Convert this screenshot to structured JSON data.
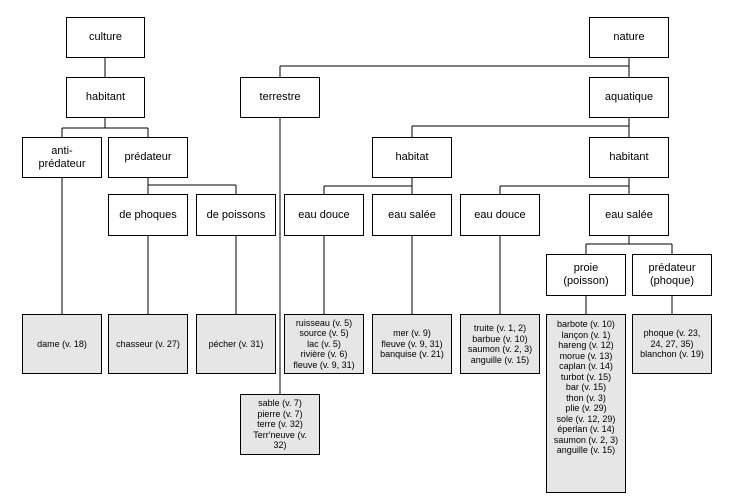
{
  "nodes": {
    "culture": "culture",
    "nature": "nature",
    "habitant_culture": "habitant",
    "terrestre": "terrestre",
    "aquatique": "aquatique",
    "anti_predateur": "anti-\nprédateur",
    "predateur": "prédateur",
    "habitat": "habitat",
    "habitant_aquatique": "habitant",
    "de_phoques": "de phoques",
    "de_poissons": "de poissons",
    "eau_douce_habitat": "eau douce",
    "eau_salee_habitat": "eau salée",
    "eau_douce_habitant": "eau douce",
    "eau_salee_habitant": "eau salée",
    "proie": "proie\n(poisson)",
    "predateur_phoque": "prédateur\n(phoque)"
  },
  "leaves": {
    "dame": "dame (v. 18)",
    "chasseur": "chasseur (v. 27)",
    "pecher": "pécher (v. 31)",
    "terrestre_list": "sable (v. 7)\npierre (v. 7)\nterre (v. 32)\nTerr'neuve (v.\n32)",
    "eau_douce_habitat_list": "ruisseau (v. 5)\nsource (v. 5)\nlac (v. 5)\nrivière (v. 6)\nfleuve (v. 9, 31)",
    "eau_salee_habitat_list": "mer (v. 9)\nfleuve (v. 9, 31)\nbanquise (v. 21)",
    "eau_douce_habitant_list": "truite (v. 1, 2)\nbarbue (v. 10)\nsaumon (v. 2, 3)\nanguille (v. 15)",
    "proie_list": "barbote (v. 10)\nlançon (v. 1)\nhareng (v. 12)\nmorue (v. 13)\ncaplan (v. 14)\nturbot (v. 15)\nbar (v. 15)\nthon (v. 3)\nplie (v. 29)\nsole (v. 12, 29)\néperlan (v. 14)\nsaumon (v. 2, 3)\nanguille (v. 15)",
    "predateur_phoque_list": "phoque (v. 23,\n24, 27, 35)\nblanchon (v. 19)"
  },
  "colors": {
    "box_fill": "#ffffff",
    "leaf_fill": "#e6e6e6",
    "line": "#000000"
  }
}
